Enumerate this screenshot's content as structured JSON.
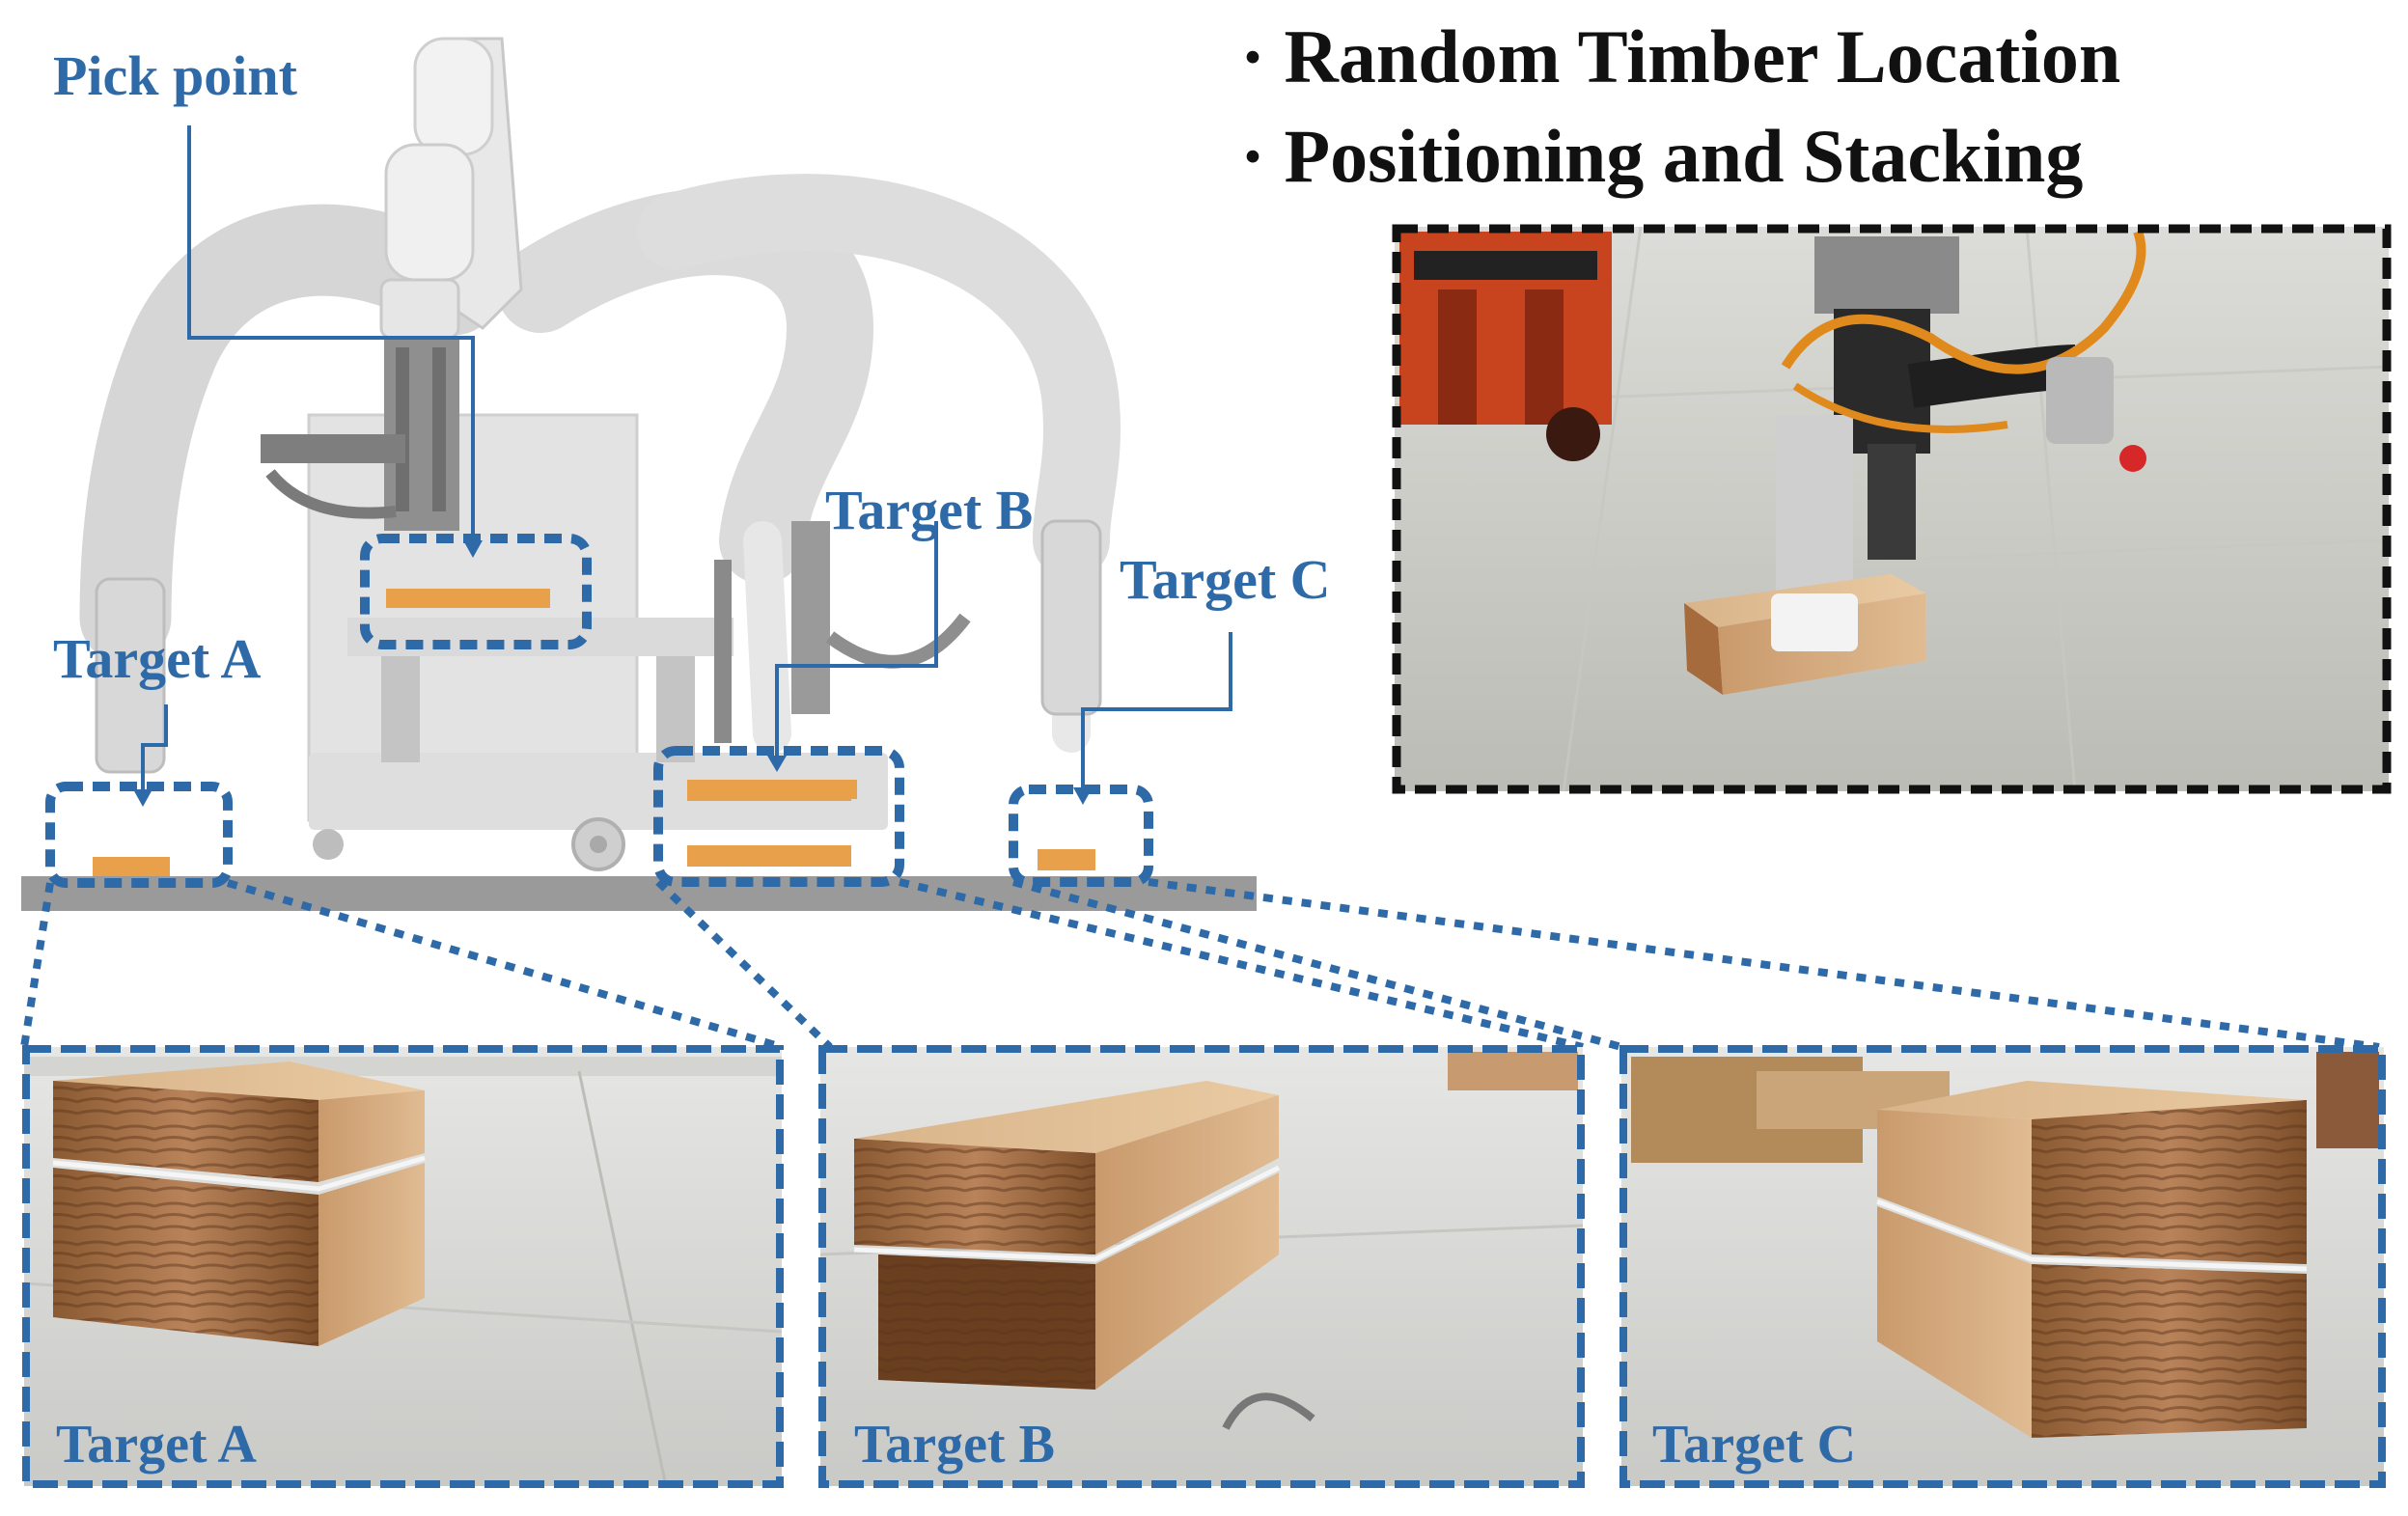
{
  "colors": {
    "accent_blue": "#2f6aa8",
    "timber_orange": "#e8a04a",
    "floor_gray": "#9a9a9a",
    "robot_gray": "#c8c8c8",
    "photo_frame": "#111111"
  },
  "bullets": [
    "· Random Timber Location",
    "· Positioning and Stacking"
  ],
  "labels": {
    "pick_point": "Pick point",
    "target_a": "Target A",
    "target_b": "Target B",
    "target_c": "Target C"
  },
  "closeups": [
    {
      "label": "Target A"
    },
    {
      "label": "Target B"
    },
    {
      "label": "Target C"
    }
  ],
  "icons": {
    "pick_arrow": "arrow-down-icon",
    "target_arrow": "arrow-down-icon"
  }
}
